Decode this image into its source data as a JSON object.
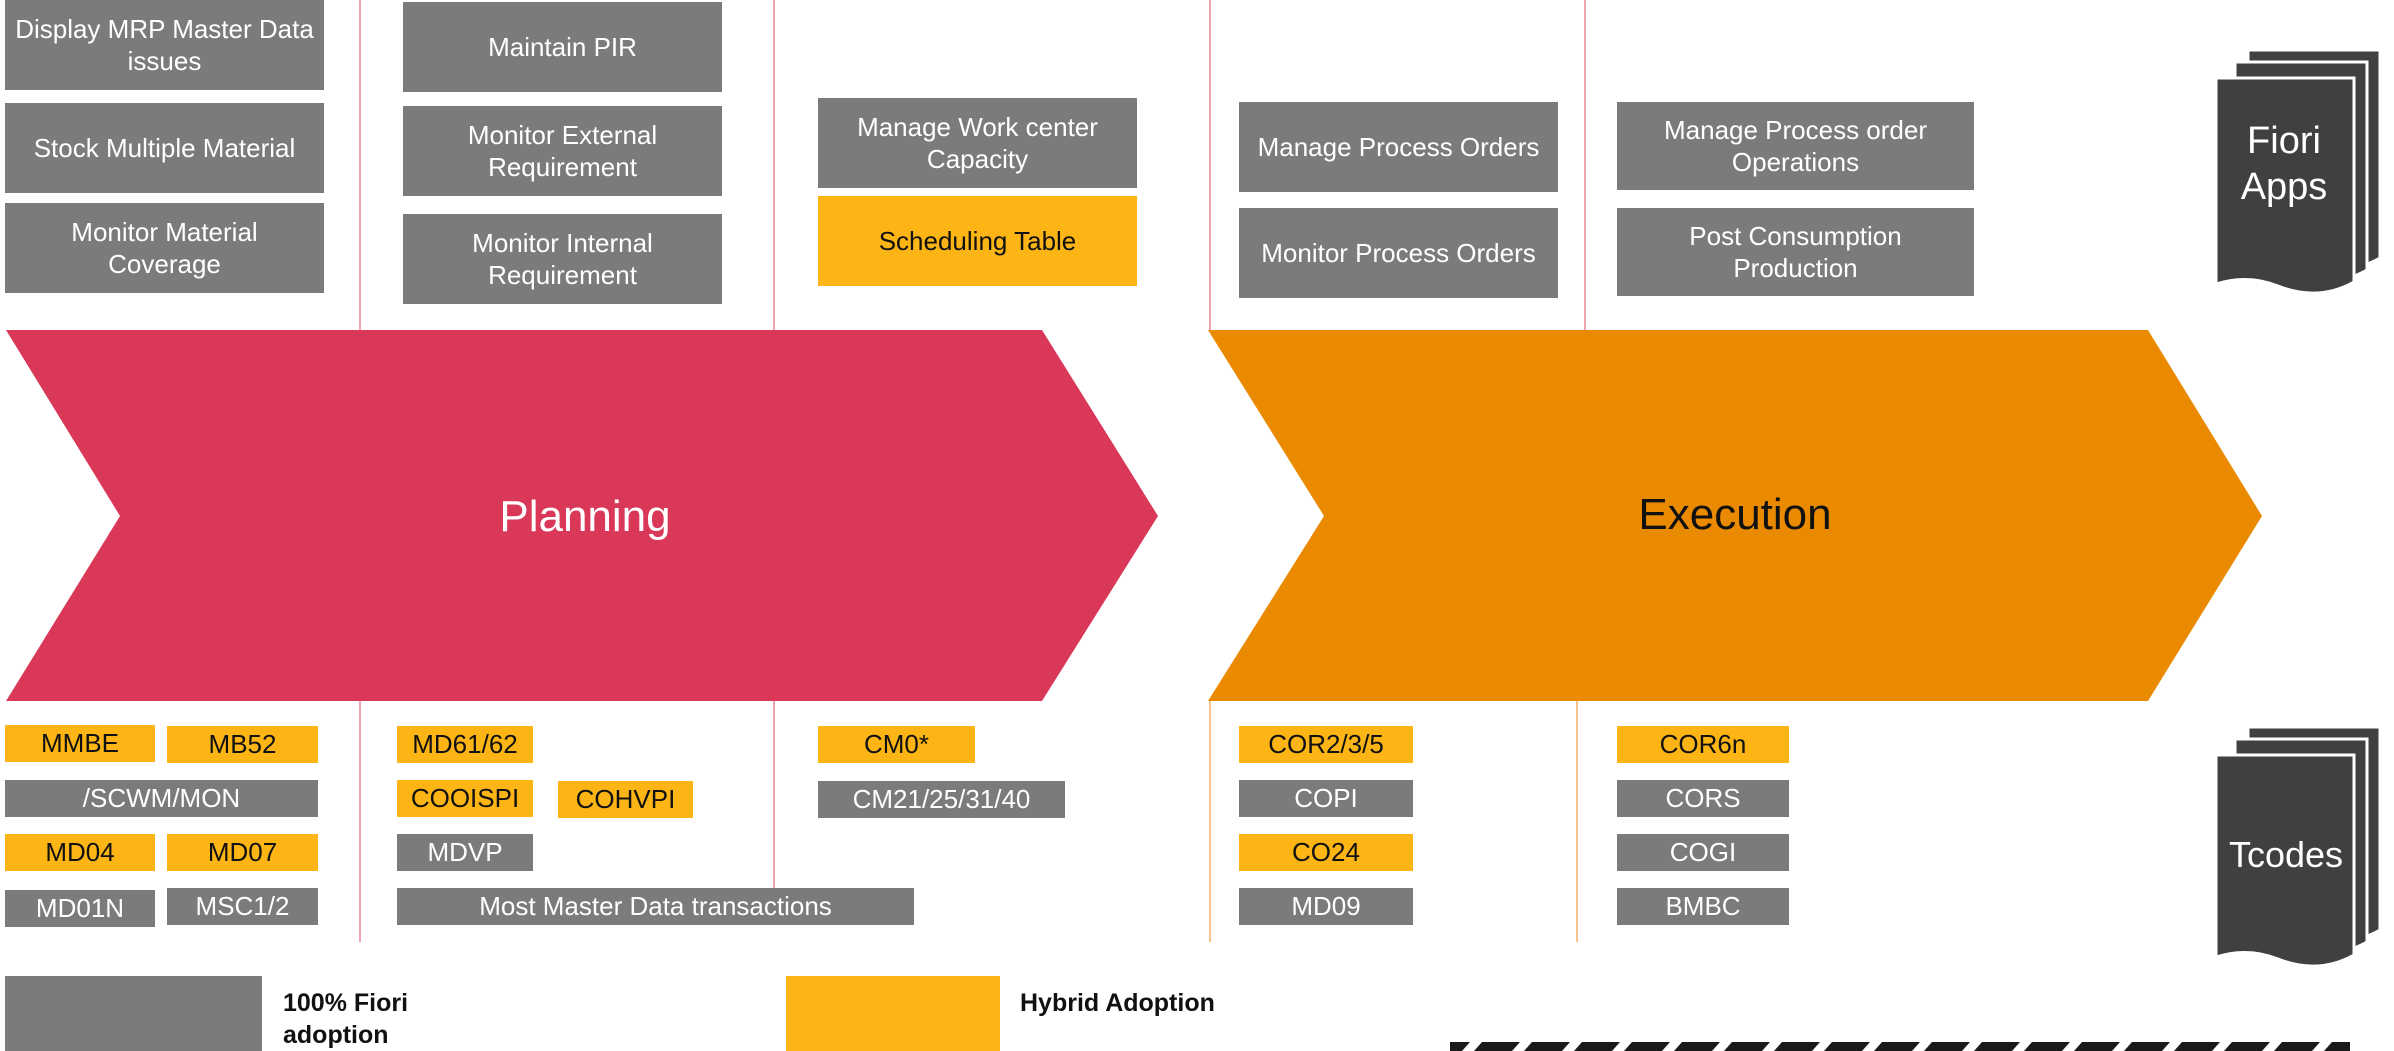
{
  "fiori_apps": {
    "col1": [
      "Display MRP Master Data issues",
      "Stock Multiple Material",
      "Monitor Material Coverage"
    ],
    "col2": [
      "Maintain PIR",
      "Monitor External Requirement",
      "Monitor Internal Requirement"
    ],
    "col3": [
      "Manage Work center Capacity",
      "Scheduling Table"
    ],
    "col4": [
      "Manage Process Orders",
      "Monitor Process Orders"
    ],
    "col5": [
      "Manage Process order Operations",
      "Post Consumption Production"
    ]
  },
  "phases": {
    "planning": "Planning",
    "execution": "Execution"
  },
  "tcodes": {
    "col1": [
      "MMBE",
      "MB52",
      "/SCWM/MON",
      "MD04",
      "MD07",
      "MD01N",
      "MSC1/2"
    ],
    "col2": [
      "MD61/62",
      "COOISPI",
      "COHVPI",
      "MDVP",
      "Most Master Data transactions"
    ],
    "col3": [
      "CM0*",
      "CM21/25/31/40"
    ],
    "col4": [
      "COR2/3/5",
      "COPI",
      "CO24",
      "MD09"
    ],
    "col5": [
      "COR6n",
      "CORS",
      "COGI",
      "BMBC"
    ]
  },
  "side_labels": {
    "fiori": "Fiori Apps",
    "tcodes": "Tcodes"
  },
  "legend": {
    "full": "100% Fiori adoption",
    "hybrid": "Hybrid Adoption"
  },
  "colors": {
    "gray": "#7b7b7b",
    "yellow": "#fdb515",
    "planning": "#d93858",
    "execution": "#ea8a00",
    "doc_icon": "#404040"
  }
}
